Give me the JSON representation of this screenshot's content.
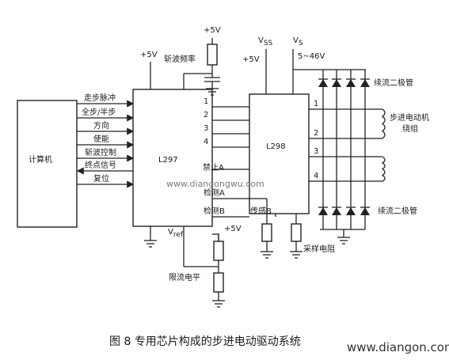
{
  "diagram": {
    "blocks": {
      "computer": "计算机",
      "l297": "L297",
      "l298": "L298"
    },
    "signals": {
      "step_pulse": "走步脉冲",
      "full_half": "全步/半步",
      "direction": "方向",
      "enable": "使能",
      "chop_control": "斩波控制",
      "home_signal": "终点信号",
      "reset": "复位"
    },
    "l297_pins": {
      "inhibit_a": "禁止A",
      "sense_a": "检测A",
      "sense_b": "检测B",
      "vref": "V",
      "vref_sub": "ref"
    },
    "l298_pins": {
      "in1": "1",
      "in2": "2",
      "in3": "3",
      "in4": "4",
      "sense_b": "传感B",
      "out1": "1",
      "out2": "2",
      "out3": "3",
      "out4": "4"
    },
    "power": {
      "v5_a": "+5V",
      "v5_b": "+5V",
      "v5_c": "+5V",
      "v5_d": "+5V",
      "vss": "V",
      "vss_sub": "SS",
      "vs": "V",
      "vs_sub": "S",
      "vs_range": "5~46V"
    },
    "annotations": {
      "chop_freq": "斩波频率",
      "diodes_top": "续流二极管",
      "diodes_bottom": "续流二极管",
      "motor_winding_1": "步进电动机",
      "motor_winding_2": "绕组",
      "sense_resistor": "采样电阻",
      "current_limit": "限流电平"
    },
    "watermark": "www.diangongwu.com"
  },
  "caption": "图 8  专用芯片构成的步进电动驱动系统",
  "site": "www.diangon.com"
}
